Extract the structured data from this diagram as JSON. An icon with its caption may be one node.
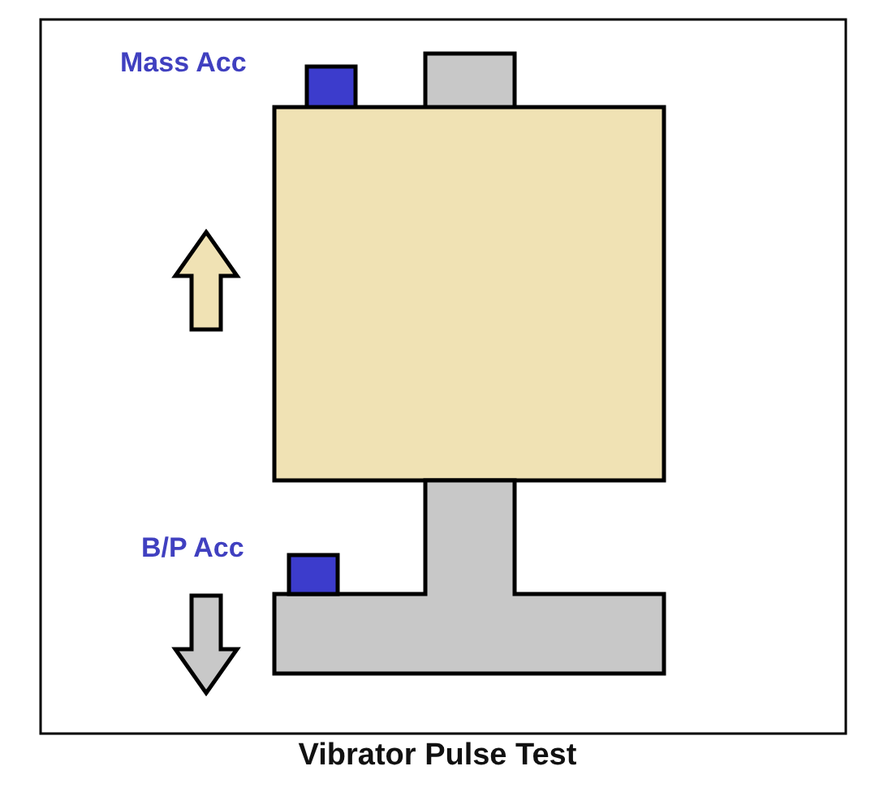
{
  "diagram": {
    "title": "Vibrator Pulse Test",
    "labels": [
      "Mass Acc",
      "B/P Acc"
    ]
  }
}
